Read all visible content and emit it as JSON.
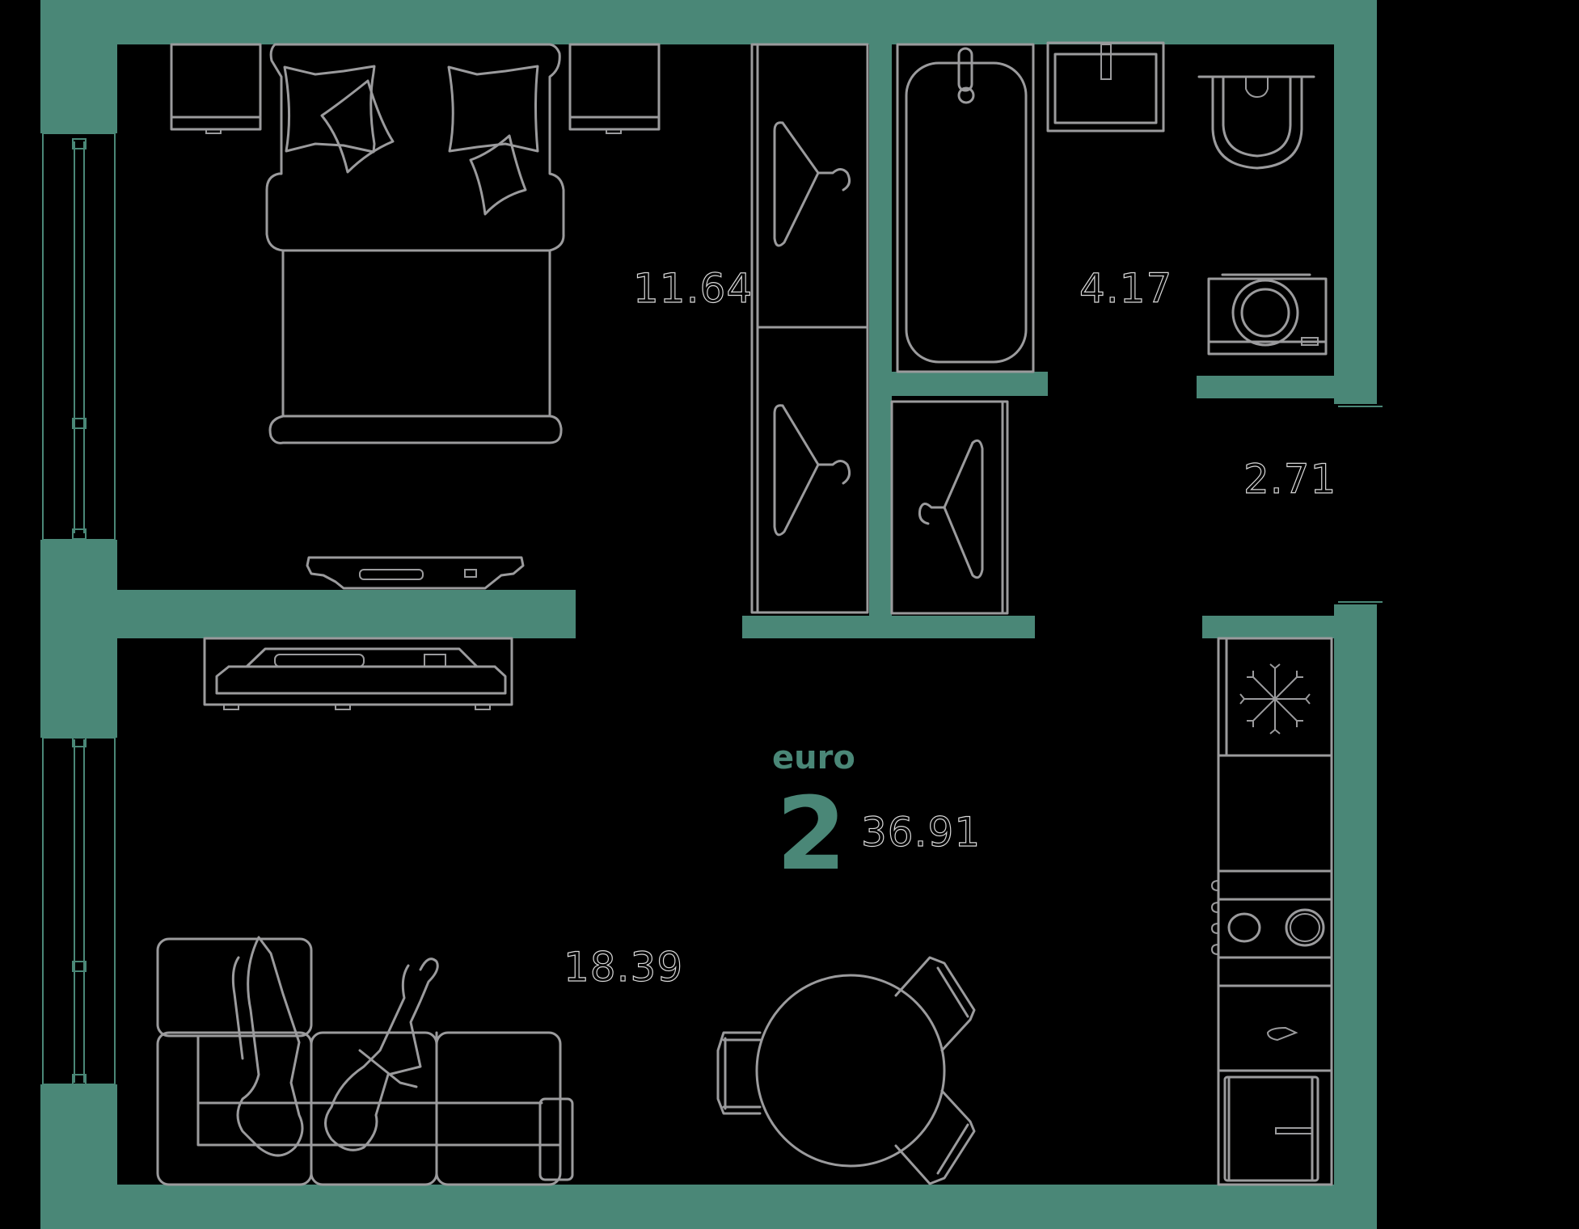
{
  "plan": {
    "title": "Apartment floor plan",
    "apartment_type": "euro",
    "rooms_count": "2",
    "total_area": "36.91",
    "colors": {
      "wall": "#4A8777",
      "furniture_stroke": "#9B9B9D",
      "background": "#000000",
      "label_outline": "#D8D8D8"
    },
    "rooms": [
      {
        "name": "bedroom",
        "area": "11.64"
      },
      {
        "name": "bathroom",
        "area": "4.17"
      },
      {
        "name": "hallway",
        "area": "2.71"
      },
      {
        "name": "kitchen-living",
        "area": "18.39"
      }
    ],
    "furniture": [
      "double-bed",
      "nightstand-left",
      "nightstand-right",
      "pillows",
      "wardrobe-bedroom",
      "wardrobe-hall",
      "bathtub",
      "sink",
      "toilet",
      "washing-machine",
      "tv-bedroom",
      "tv-living",
      "sofa-with-people",
      "round-dining-table",
      "chairs",
      "fridge",
      "cooktop",
      "kitchen-sink",
      "oven-cabinet"
    ]
  }
}
